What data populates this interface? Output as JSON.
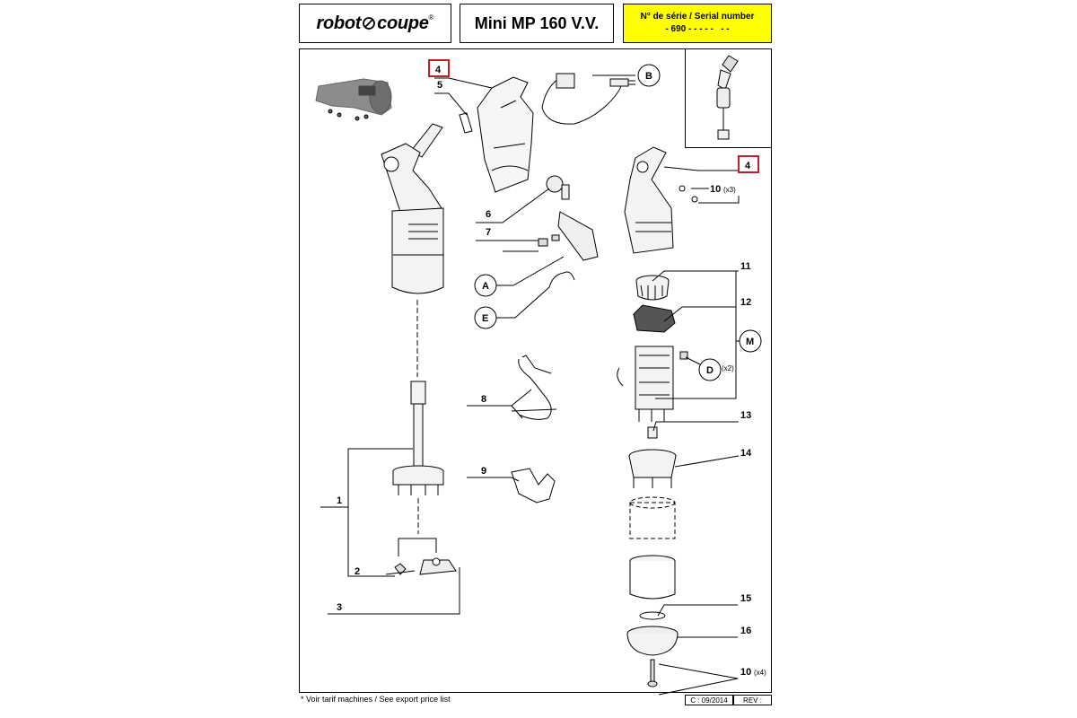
{
  "header": {
    "brand_left": "robot",
    "brand_right": "coupe",
    "brand_mark": "®",
    "model": "Mini MP 160 V.V.",
    "serial_label": "N° de série / Serial number",
    "serial_value": "- 690 - - - - -   - -"
  },
  "callouts": {
    "c4a": "4",
    "c5": "5",
    "cB": "B",
    "c6": "6",
    "c7": "7",
    "cA": "A",
    "cE": "E",
    "c4b": "4",
    "c10a": "10",
    "c10a_qty": "(x3)",
    "c11": "11",
    "c12": "12",
    "cM": "M",
    "cD": "D",
    "cD_qty": "(x2)",
    "c13": "13",
    "c14": "14",
    "c8": "8",
    "c9": "9",
    "c1": "1",
    "c2": "2",
    "c3": "3",
    "c15": "15",
    "c16": "16",
    "c10b": "10",
    "c10b_qty": "(x4)"
  },
  "footer": {
    "note": "* Voir tarif machines / See export price list",
    "code": "C : 09/2014",
    "rev": "REV :"
  },
  "colors": {
    "highlight_box": "#c0202a",
    "serial_bg": "#ffff00",
    "line": "#000000",
    "part_fill": "#ececec"
  }
}
